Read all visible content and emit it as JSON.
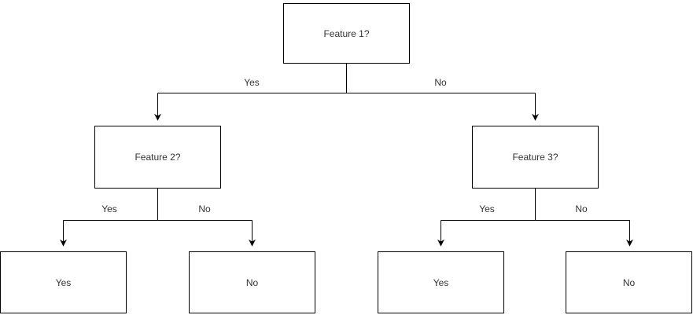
{
  "diagram": {
    "type": "decision-tree",
    "colors": {
      "node_border": "#000000",
      "node_fill": "#ffffff",
      "edge_stroke": "#000000",
      "text": "#333333",
      "background": "#ffffff"
    },
    "tree": {
      "root": {
        "label": "Feature 1?",
        "branches": [
          {
            "edge_label": "Yes",
            "node": {
              "label": "Feature 2?",
              "branches": [
                {
                  "edge_label": "Yes",
                  "node": {
                    "label": "Yes"
                  }
                },
                {
                  "edge_label": "No",
                  "node": {
                    "label": "No"
                  }
                }
              ]
            }
          },
          {
            "edge_label": "No",
            "node": {
              "label": "Feature 3?",
              "branches": [
                {
                  "edge_label": "Yes",
                  "node": {
                    "label": "Yes"
                  }
                },
                {
                  "edge_label": "No",
                  "node": {
                    "label": "No"
                  }
                }
              ]
            }
          }
        ]
      }
    }
  }
}
